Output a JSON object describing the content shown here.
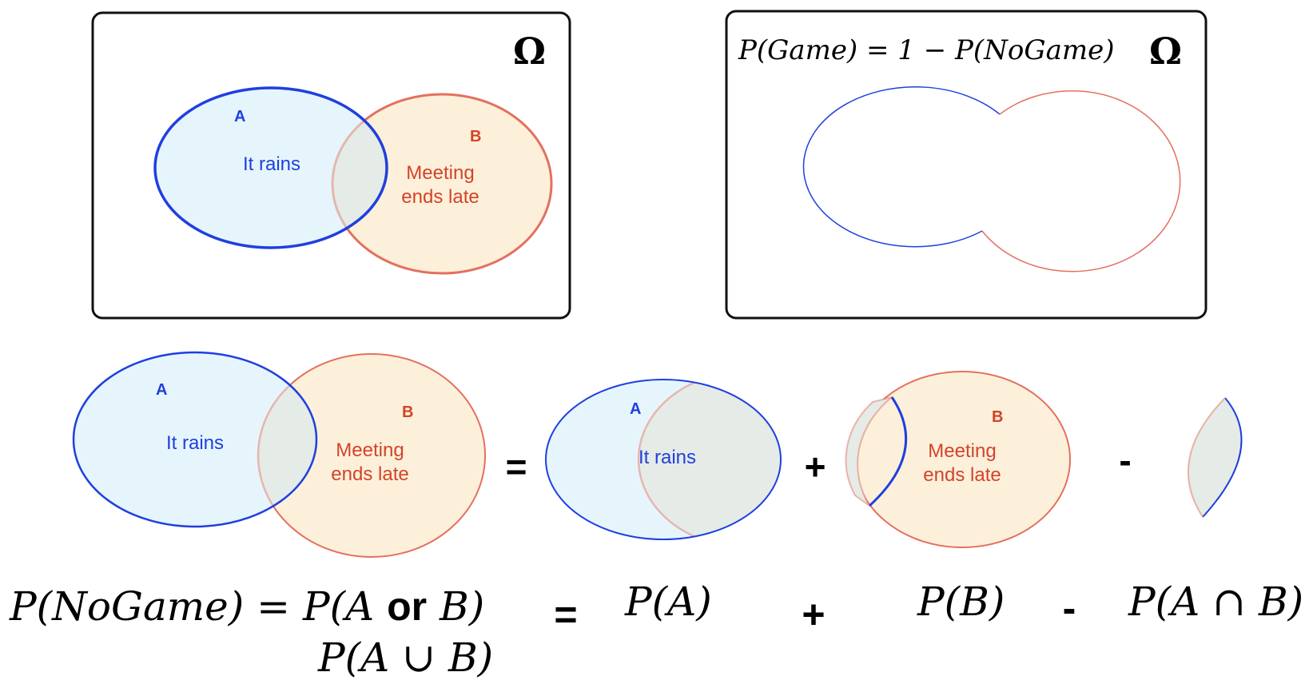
{
  "colors": {
    "set_a_stroke": "#1f3fe0",
    "set_a_fill": "#e6f5fb",
    "set_b_stroke": "#e4705f",
    "set_b_fill": "#fdf0da",
    "intersection_fill": "#e5ebe6",
    "set_a_label": "#1f3fe0",
    "set_b_label": "#d2442a"
  },
  "sample_space_symbol": "Ω",
  "set_a": {
    "letter": "A",
    "description": "It rains"
  },
  "set_b": {
    "letter": "B",
    "description_line1": "Meeting",
    "description_line2": "ends late"
  },
  "top_right": {
    "formula_lhs": "P(Game)",
    "formula_rest": " = 1 − P(NoGame)"
  },
  "operators": {
    "equals": "=",
    "plus": "+",
    "minus": "-"
  },
  "formulas": {
    "p_nogame_eq": "P(NoGame) = P(A ",
    "or_word": "or",
    "b_close": " B)",
    "equals": "=",
    "p_a": "P(A)",
    "plus": "+",
    "p_b": "P(B)",
    "minus": "-",
    "p_a_and_b": "P(A ∩ B)",
    "p_a_union_b": "P(A ∪ B)"
  }
}
